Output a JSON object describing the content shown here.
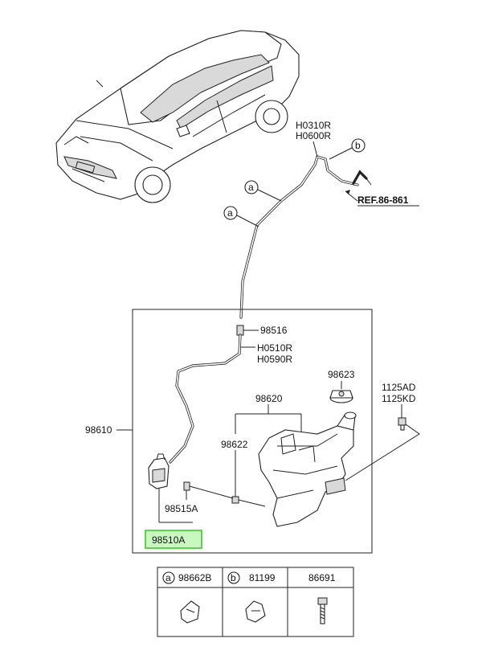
{
  "callouts": {
    "h0310r": "H0310R",
    "h0600r": "H0600R",
    "b_marker": "b",
    "ref": "REF.86-861",
    "a_marker_1": "a",
    "a_marker_2": "a",
    "p98516": "98516",
    "h0510r": "H0510R",
    "h0590r": "H0590R",
    "p98623": "98623",
    "p98620": "98620",
    "p98610": "98610",
    "p98622": "98622",
    "p1125ad": "1125AD",
    "p1125kd": "1125KD",
    "p98515a": "98515A",
    "p98510a": "98510A"
  },
  "legend": {
    "col1_marker": "a",
    "col1_part": "98662B",
    "col2_marker": "b",
    "col2_part": "81199",
    "col3_part": "86691"
  },
  "colors": {
    "highlight_fill": "#c8f7c0",
    "highlight_border": "#5fd04f"
  }
}
